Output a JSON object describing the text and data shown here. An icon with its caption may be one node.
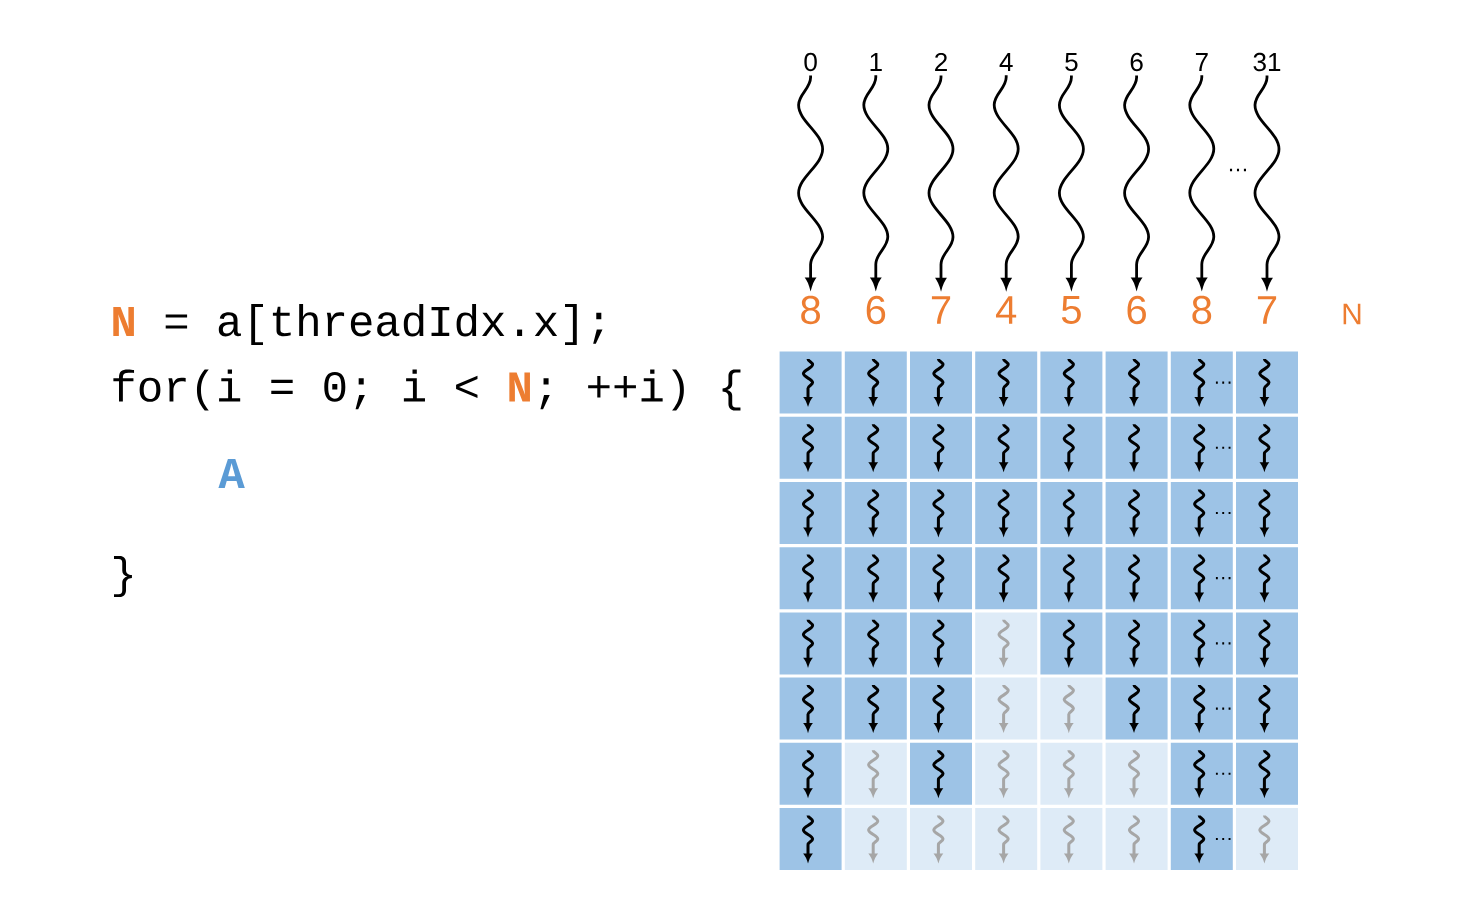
{
  "diagram": {
    "nodes": [
      {
        "text": [
          "0"
        ]
      },
      {
        "text": [
          "1"
        ]
      },
      {
        "text": [
          "2"
        ]
      },
      {
        "text": [
          "4"
        ]
      },
      {
        "text": [
          "5"
        ]
      },
      {
        "text": [
          "6"
        ]
      },
      {
        "text": [
          "7"
        ]
      },
      {
        "text": [
          "31"
        ]
      },
      {
        "text": [
          "8"
        ]
      },
      {
        "text": [
          "6"
        ]
      },
      {
        "text": [
          "7"
        ]
      },
      {
        "text": [
          "4"
        ]
      },
      {
        "text": [
          "5"
        ]
      },
      {
        "text": [
          "6"
        ]
      },
      {
        "text": [
          "8"
        ]
      },
      {
        "text": [
          "7"
        ]
      }
    ],
    "edges": [
      {
        "from": 0,
        "to": 8,
        "arrow": "to"
      },
      {
        "from": 1,
        "to": 9,
        "arrow": "to"
      },
      {
        "from": 2,
        "to": 10,
        "arrow": "to"
      },
      {
        "from": 3,
        "to": 11,
        "arrow": "to"
      },
      {
        "from": 4,
        "to": 12,
        "arrow": "to"
      },
      {
        "from": 5,
        "to": 13,
        "arrow": "to"
      },
      {
        "from": 6,
        "to": 14,
        "arrow": "to"
      },
      {
        "from": 7,
        "to": 15,
        "arrow": "to"
      }
    ],
    "labels": [
      "…",
      "N",
      "**N** = a[threadIdx.x];",
      "for(i = 0; i < **N**; ++i) {",
      "A",
      "}",
      "…",
      "…",
      "…",
      "…",
      "…",
      "…",
      "…",
      "…"
    ]
  }
}
